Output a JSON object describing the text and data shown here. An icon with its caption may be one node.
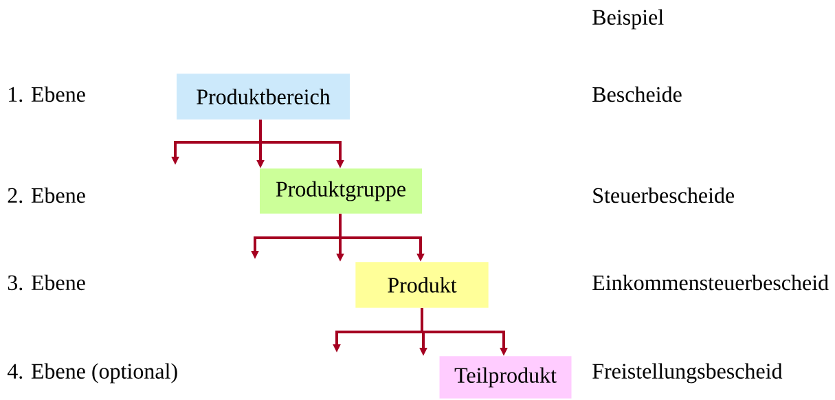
{
  "diagram": {
    "nodes": [
      {
        "text": [
          "Produktbereich"
        ]
      },
      {
        "text": [
          "Produktgruppe"
        ]
      },
      {
        "text": [
          "Produkt"
        ]
      },
      {
        "text": [
          "Teilprodukt"
        ]
      }
    ],
    "edges": [
      {
        "from": 0,
        "to": null,
        "arrow": "to"
      },
      {
        "from": 0,
        "to": 1,
        "arrow": "to"
      },
      {
        "from": 0,
        "to": 1,
        "arrow": "to"
      },
      {
        "from": 1,
        "to": null,
        "arrow": "to"
      },
      {
        "from": 1,
        "to": 2,
        "arrow": "to"
      },
      {
        "from": 1,
        "to": 2,
        "arrow": "to"
      },
      {
        "from": 2,
        "to": null,
        "arrow": "to"
      },
      {
        "from": 2,
        "to": 3,
        "arrow": "to"
      },
      {
        "from": 2,
        "to": 3,
        "arrow": "to"
      }
    ],
    "labels": [
      "Beispiel",
      "1. Ebene",
      "Bescheide",
      "2. Ebene",
      "Steuerbescheide",
      "3. Ebene",
      "Einkommensteuerbescheid",
      "4. Ebene (optional)",
      "Freistellungsbescheid"
    ]
  }
}
